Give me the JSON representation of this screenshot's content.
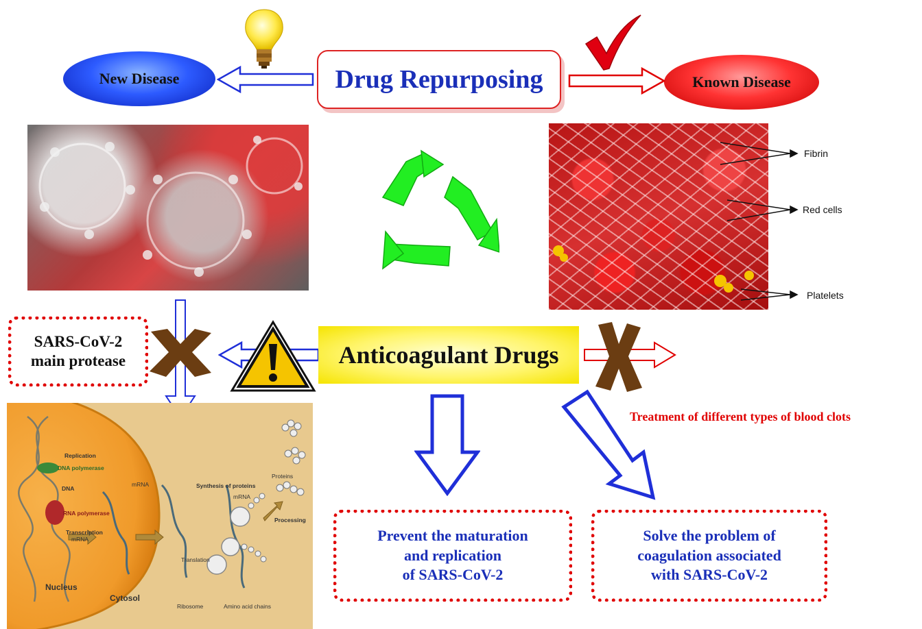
{
  "header": {
    "title": "Drug Repurposing",
    "left_oval": "New Disease",
    "right_oval": "Known Disease"
  },
  "blood_clot_image": {
    "labels": [
      "Fibrin",
      "Red cells",
      "Platelets"
    ]
  },
  "center": {
    "drug_label": "Anticoagulant Drugs",
    "target_label": "SARS-CoV-2\nmain protease",
    "treatment_note": "Treatment of different types of blood clots"
  },
  "outcomes": {
    "left": "Prevent the maturation\nand replication\nof SARS-CoV-2",
    "right": "Solve the problem of\ncoagulation associated\nwith SARS-CoV-2"
  },
  "protein_panel": {
    "replication": "Replication",
    "dna_polymerase": "DNA polymerase",
    "dna": "DNA",
    "rna_polymerase": "RNA polymerase",
    "transcription": "Transcription",
    "mrna_1": "mRNA",
    "mrna_2": "mRNA",
    "mrna_3": "mRNA",
    "translation": "Translation",
    "synthesis": "Synthesis of proteins",
    "proteins": "Proteins",
    "processing": "Processing",
    "ribosome": "Ribosome",
    "amino_acid_chains": "Amino acid chains",
    "nucleus": "Nucleus",
    "cytosol": "Cytosol"
  },
  "colors": {
    "title_blue": "#1a2fb8",
    "arrow_blue": "#1f2fd8",
    "box_red": "#e00000",
    "cross_brown": "#6b3d12",
    "recycle_green": "#22ee22",
    "drug_yellow": "#fff56a"
  },
  "icons": [
    "lightbulb-icon",
    "checkmark-icon",
    "recycle-icon",
    "warning-icon",
    "cross-icon"
  ]
}
